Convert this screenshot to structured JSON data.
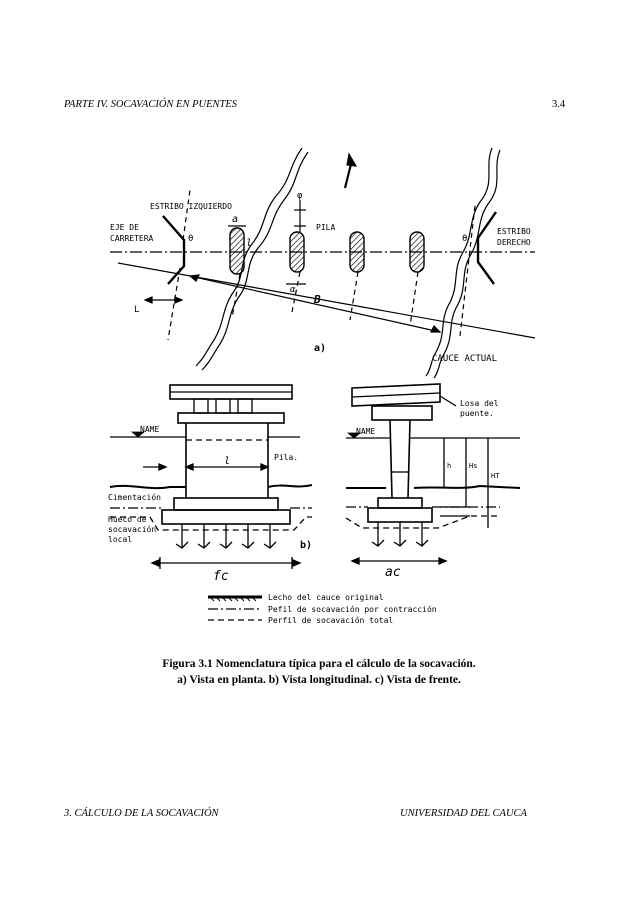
{
  "header": {
    "left": "PARTE IV. SOCAVACIÓN EN PUENTES",
    "right": "3.4"
  },
  "figure": {
    "plan": {
      "estribo_izq": "ESTRIBO IZQUIERDO",
      "eje_1": "EJE DE",
      "eje_2": "CARRETERA",
      "pila": "PILA",
      "estribo_der_1": "ESTRIBO",
      "estribo_der_2": "DERECHO",
      "theta1": "θ",
      "theta2": "θ",
      "a_sym": "a",
      "phi_sym": "φ",
      "l_sym": "l",
      "alpha_sym": "α",
      "b_sym": "B",
      "L_sym": "L",
      "panel": "a)",
      "cauce": "CAUCE ACTUAL"
    },
    "longitudinal": {
      "name": "NAME",
      "l_sym": "l",
      "pila": "Pila.",
      "cimentacion": "Cimentación",
      "hueco_1": "Hueco de",
      "hueco_2": "socavación",
      "hueco_3": "local",
      "panel": "b)",
      "fc": "fc"
    },
    "front": {
      "losa_1": "Losa del",
      "losa_2": "puente.",
      "name": "NAME",
      "h": "h",
      "hs": "Hs",
      "ht": "HT",
      "ac": "ac"
    },
    "legend": {
      "original": "Lecho del cauce original",
      "contraccion": "Pefil de socavación por contracción",
      "total": "Perfil de socavación total"
    }
  },
  "caption": {
    "line1": "Figura 3.1 Nomenclatura típica para el cálculo de la socavación.",
    "line2": "a) Vista en planta. b) Vista longitudinal. c) Vista de frente."
  },
  "footer": {
    "left": "3. CÁLCULO DE LA SOCAVACIÓN",
    "right": "UNIVERSIDAD DEL CAUCA"
  }
}
